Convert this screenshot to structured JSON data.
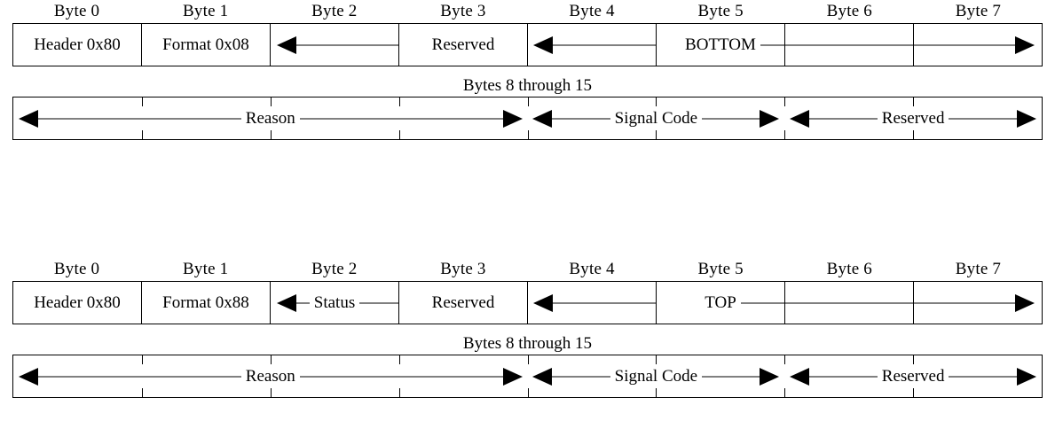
{
  "blocks": [
    {
      "id": "bottom-message",
      "byte_headers": [
        "Byte 0",
        "Byte 1",
        "Byte 2",
        "Byte 3",
        "Byte 4",
        "Byte 5",
        "Byte 6",
        "Byte 7"
      ],
      "row1": {
        "cells": [
          {
            "name": "header-byte",
            "label": "Header 0x80",
            "arrow": "none"
          },
          {
            "name": "format-byte",
            "label": "Format 0x08",
            "arrow": "none"
          },
          {
            "name": "byte2-field",
            "label": "",
            "arrow": "left-to-right-edge"
          },
          {
            "name": "reserved-field",
            "label": "Reserved",
            "arrow": "none"
          },
          {
            "name": "byte4-field",
            "label": "",
            "arrow": "left-to-right-edge"
          },
          {
            "name": "bottom-field",
            "label": "BOTTOM",
            "arrow": "line-right"
          },
          {
            "name": "byte6-field",
            "label": "",
            "arrow": "line-through"
          },
          {
            "name": "byte7-field",
            "label": "",
            "arrow": "right-head"
          }
        ]
      },
      "caption": "Bytes 8 through 15",
      "row2": {
        "spans": [
          {
            "name": "reason-span",
            "label": "Reason",
            "bytes": 4,
            "arrow": "both"
          },
          {
            "name": "signal-code-span",
            "label": "Signal Code",
            "bytes": 2,
            "arrow": "both"
          },
          {
            "name": "reserved-span",
            "label": "Reserved",
            "bytes": 2,
            "arrow": "both"
          }
        ]
      }
    },
    {
      "id": "top-message",
      "byte_headers": [
        "Byte 0",
        "Byte 1",
        "Byte 2",
        "Byte 3",
        "Byte 4",
        "Byte 5",
        "Byte 6",
        "Byte 7"
      ],
      "row1": {
        "cells": [
          {
            "name": "header-byte",
            "label": "Header 0x80",
            "arrow": "none"
          },
          {
            "name": "format-byte",
            "label": "Format 0x88",
            "arrow": "none"
          },
          {
            "name": "status-field",
            "label": "Status",
            "arrow": "none"
          },
          {
            "name": "reserved-field",
            "label": "Reserved",
            "arrow": "none"
          },
          {
            "name": "byte4-field",
            "label": "",
            "arrow": "left-to-right-edge"
          },
          {
            "name": "top-field",
            "label": "TOP",
            "arrow": "line-right"
          },
          {
            "name": "byte6-field",
            "label": "",
            "arrow": "line-through"
          },
          {
            "name": "byte7-field",
            "label": "",
            "arrow": "right-head"
          }
        ]
      },
      "caption": "Bytes 8 through 15",
      "row2": {
        "spans": [
          {
            "name": "reason-span",
            "label": "Reason",
            "bytes": 4,
            "arrow": "both"
          },
          {
            "name": "signal-code-span",
            "label": "Signal Code",
            "bytes": 2,
            "arrow": "both"
          },
          {
            "name": "reserved-span",
            "label": "Reserved",
            "bytes": 2,
            "arrow": "both"
          }
        ]
      }
    }
  ]
}
